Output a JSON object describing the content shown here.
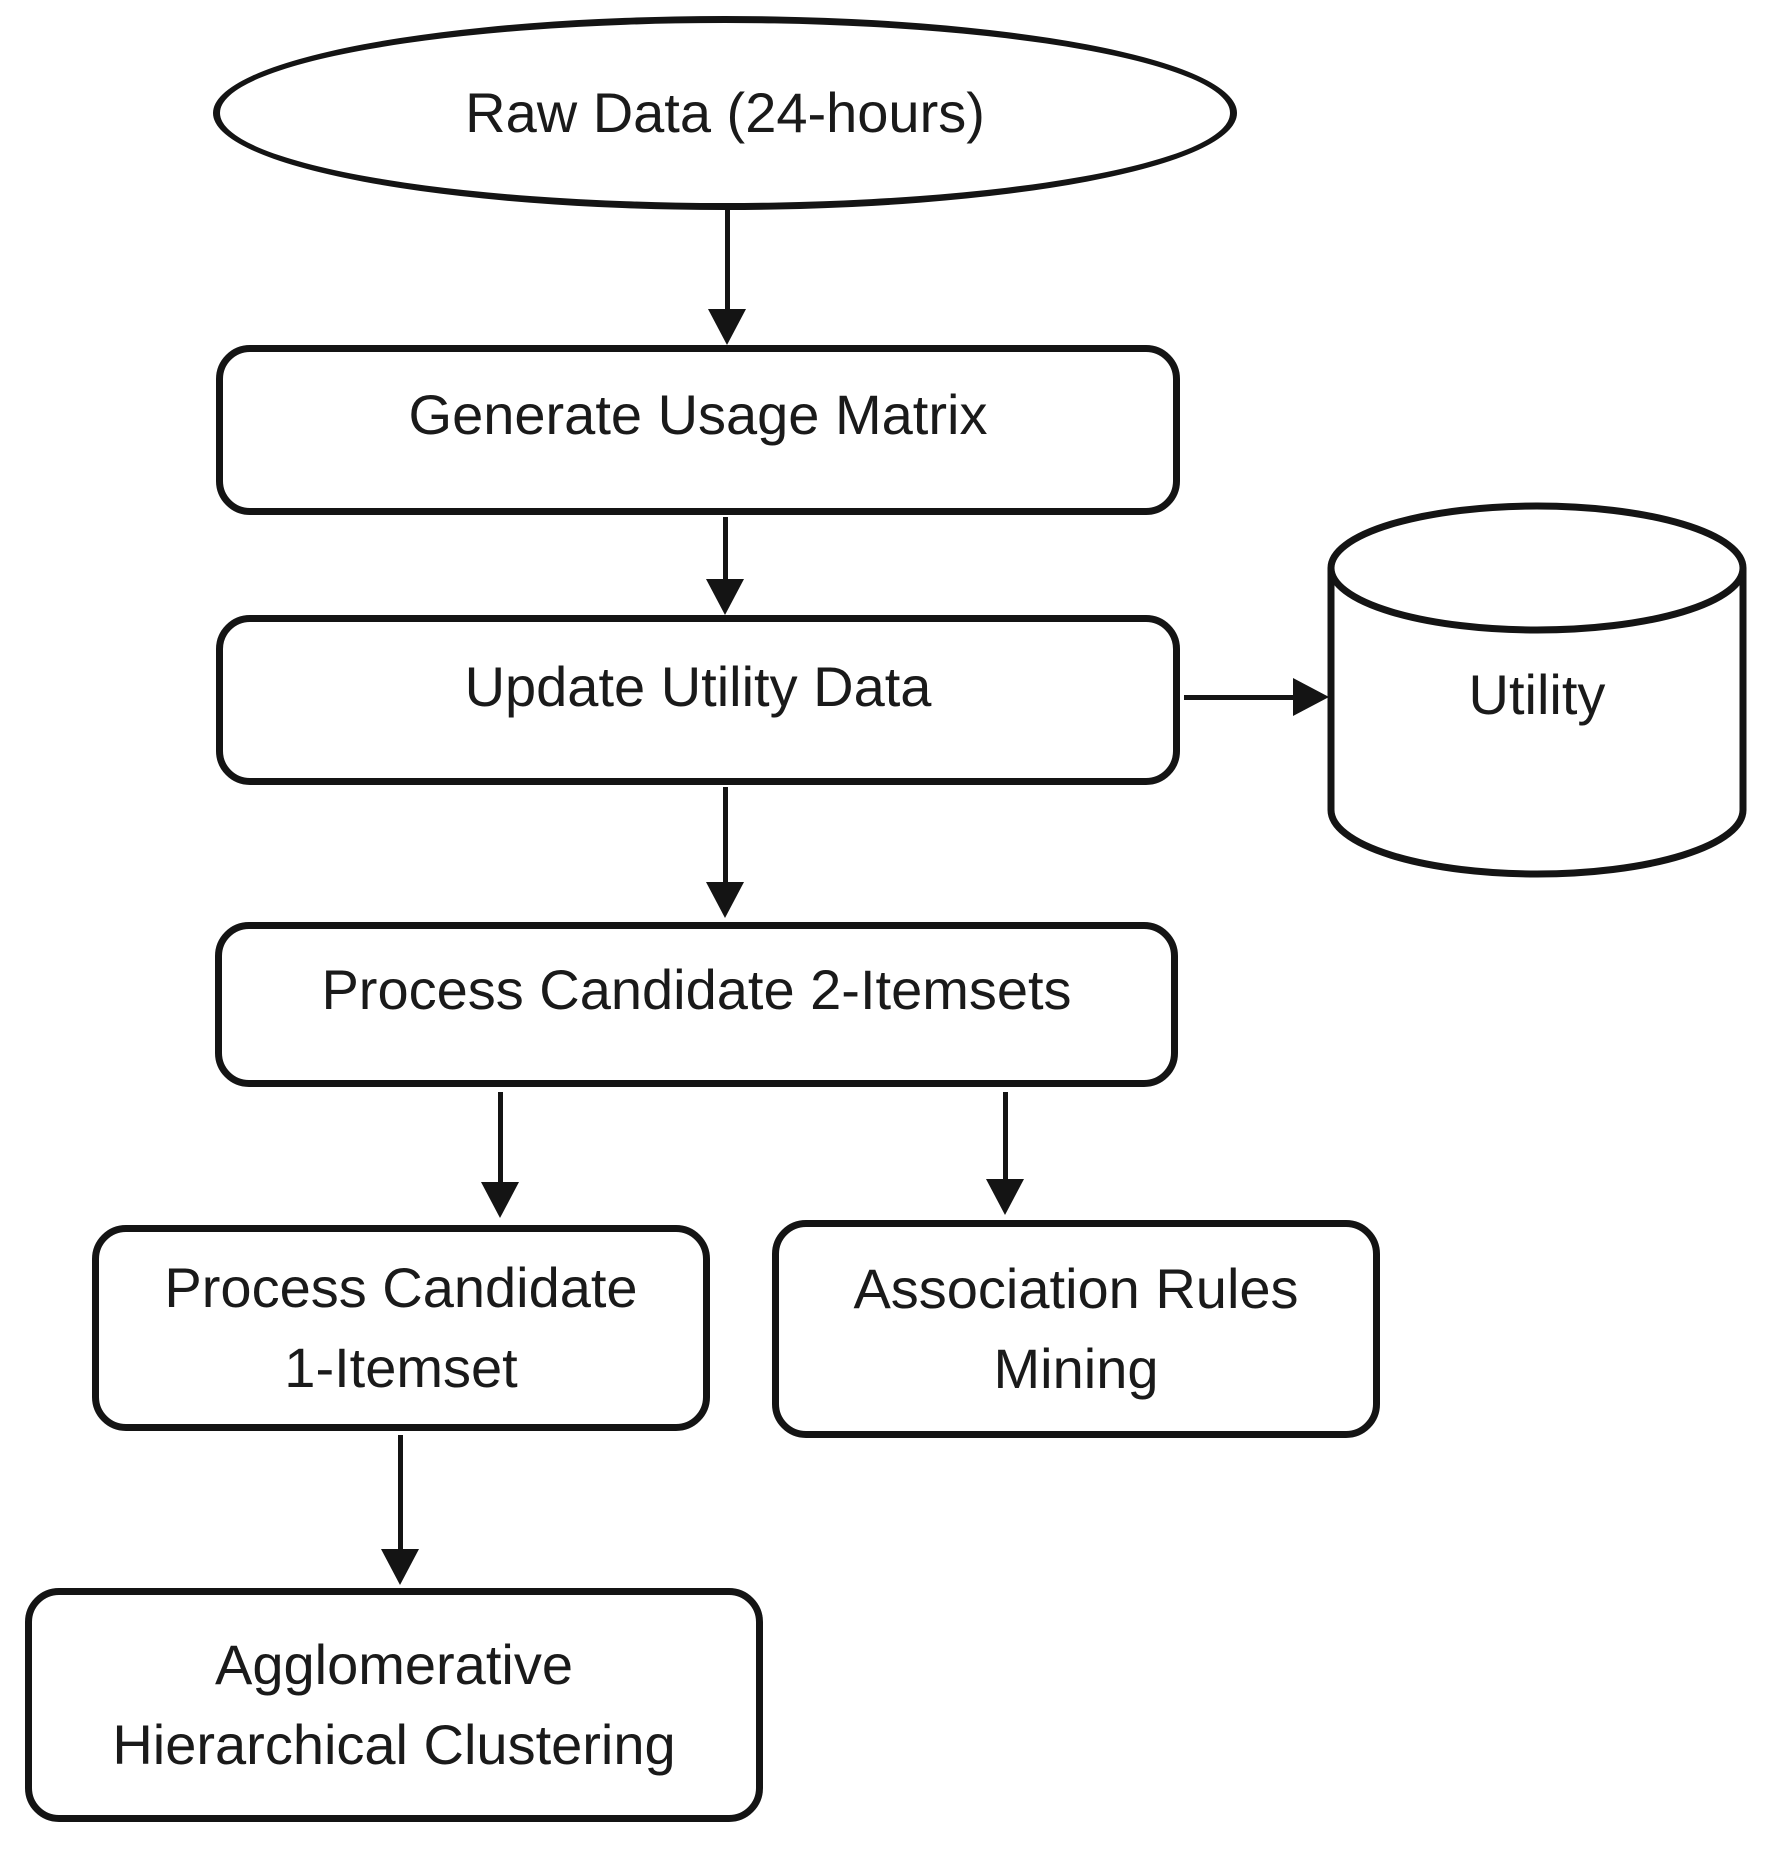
{
  "nodes": {
    "raw_data": {
      "label": "Raw Data (24-hours)"
    },
    "generate_usage_matrix": {
      "label": "Generate Usage Matrix"
    },
    "update_utility_data": {
      "label": "Update Utility Data"
    },
    "utility_db": {
      "label": "Utility"
    },
    "process_candidate_2_itemsets": {
      "label": "Process Candidate 2-Itemsets"
    },
    "process_candidate_1_itemset": {
      "line1": "Process Candidate",
      "line2": "1-Itemset"
    },
    "association_rules_mining": {
      "line1": "Association Rules",
      "line2": "Mining"
    },
    "agglomerative_hierarchical_clustering": {
      "line1": "Agglomerative",
      "line2": "Hierarchical Clustering"
    }
  },
  "edges": [
    {
      "from": "raw_data",
      "to": "generate_usage_matrix",
      "direction": "down"
    },
    {
      "from": "generate_usage_matrix",
      "to": "update_utility_data",
      "direction": "down"
    },
    {
      "from": "update_utility_data",
      "to": "utility_db",
      "direction": "right"
    },
    {
      "from": "update_utility_data",
      "to": "process_candidate_2_itemsets",
      "direction": "down"
    },
    {
      "from": "process_candidate_2_itemsets",
      "to": "process_candidate_1_itemset",
      "direction": "down"
    },
    {
      "from": "process_candidate_2_itemsets",
      "to": "association_rules_mining",
      "direction": "down"
    },
    {
      "from": "process_candidate_1_itemset",
      "to": "agglomerative_hierarchical_clustering",
      "direction": "down"
    }
  ],
  "colors": {
    "stroke": "#141414",
    "background": "#ffffff",
    "text": "#1a1a1a"
  }
}
